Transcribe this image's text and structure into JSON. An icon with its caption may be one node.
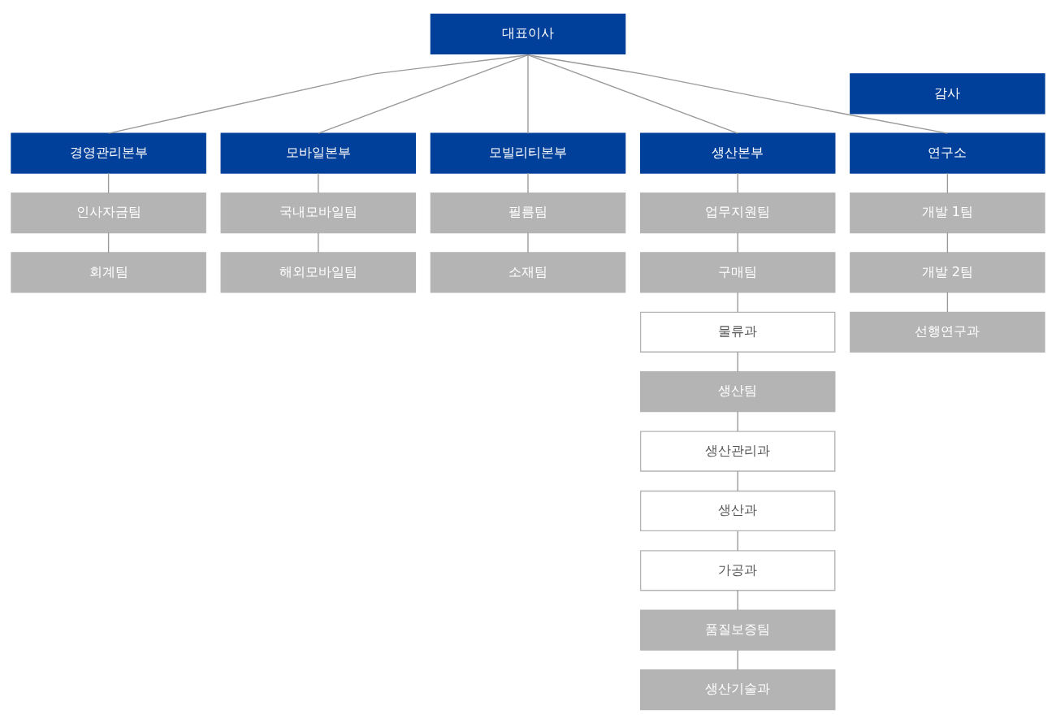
{
  "diagram": {
    "nodes": [
      {
        "text": [
          "대표이사"
        ]
      },
      {
        "text": [
          "감사"
        ]
      },
      {
        "text": [
          "경영관리본부"
        ]
      },
      {
        "text": [
          "모바일본부"
        ]
      },
      {
        "text": [
          "모빌리티본부"
        ]
      },
      {
        "text": [
          "생산본부"
        ]
      },
      {
        "text": [
          "연구소"
        ]
      },
      {
        "text": [
          "인사자금팀"
        ]
      },
      {
        "text": [
          "국내모바일팀"
        ]
      },
      {
        "text": [
          "필름팀"
        ]
      },
      {
        "text": [
          "업무지원팀"
        ]
      },
      {
        "text": [
          "개발 1팀"
        ]
      },
      {
        "text": [
          "회계팀"
        ]
      },
      {
        "text": [
          "해외모바일팀"
        ]
      },
      {
        "text": [
          "소재팀"
        ]
      },
      {
        "text": [
          "구매팀"
        ]
      },
      {
        "text": [
          "개발 2팀"
        ]
      },
      {
        "text": [
          "물류과"
        ]
      },
      {
        "text": [
          "선행연구과"
        ]
      },
      {
        "text": [
          "생산팀"
        ]
      },
      {
        "text": [
          "생산관리과"
        ]
      },
      {
        "text": [
          "생산과"
        ]
      },
      {
        "text": [
          "가공과"
        ]
      },
      {
        "text": [
          "품질보증팀"
        ]
      },
      {
        "text": [
          "생산기술과"
        ]
      }
    ],
    "edges": [
      {
        "from": 0,
        "to": 2,
        "arrow": "none"
      },
      {
        "from": 0,
        "to": 3,
        "arrow": "none"
      },
      {
        "from": 0,
        "to": 4,
        "arrow": "none"
      },
      {
        "from": 0,
        "to": 5,
        "arrow": "none"
      },
      {
        "from": 0,
        "to": 6,
        "arrow": "none"
      },
      {
        "from": 2,
        "to": 7,
        "arrow": "none"
      },
      {
        "from": 7,
        "to": 12,
        "arrow": "none"
      },
      {
        "from": 3,
        "to": 8,
        "arrow": "none"
      },
      {
        "from": 8,
        "to": 13,
        "arrow": "none"
      },
      {
        "from": 4,
        "to": 9,
        "arrow": "none"
      },
      {
        "from": 9,
        "to": 14,
        "arrow": "none"
      },
      {
        "from": 5,
        "to": 10,
        "arrow": "none"
      },
      {
        "from": 10,
        "to": 15,
        "arrow": "none"
      },
      {
        "from": 15,
        "to": 17,
        "arrow": "none"
      },
      {
        "from": 17,
        "to": 19,
        "arrow": "none"
      },
      {
        "from": 19,
        "to": 20,
        "arrow": "none"
      },
      {
        "from": 20,
        "to": 21,
        "arrow": "none"
      },
      {
        "from": 21,
        "to": 22,
        "arrow": "none"
      },
      {
        "from": 22,
        "to": 23,
        "arrow": "none"
      },
      {
        "from": 23,
        "to": 24,
        "arrow": "none"
      },
      {
        "from": 6,
        "to": 11,
        "arrow": "none"
      },
      {
        "from": 11,
        "to": 16,
        "arrow": "none"
      },
      {
        "from": 16,
        "to": 18,
        "arrow": "none"
      }
    ]
  }
}
